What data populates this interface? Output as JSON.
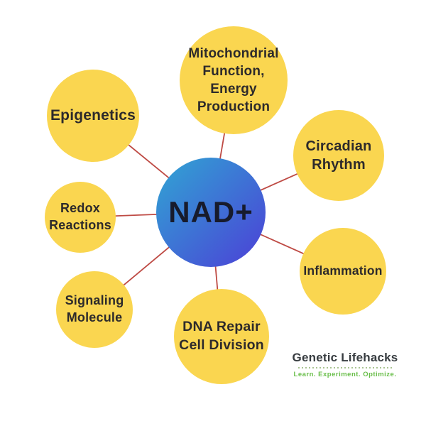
{
  "diagram": {
    "center": {
      "label": "NAD+",
      "gradient_start": "#30A6D4",
      "gradient_end": "#4C3FD6",
      "text_color": "#171B2C"
    },
    "nodes": [
      {
        "id": "mitochondrial",
        "label": "Mitochondrial\nFunction,\nEnergy\nProduction"
      },
      {
        "id": "epigenetics",
        "label": "Epigenetics"
      },
      {
        "id": "circadian",
        "label": "Circadian\nRhythm"
      },
      {
        "id": "redox",
        "label": "Redox\nReactions"
      },
      {
        "id": "inflammation",
        "label": "Inflammation"
      },
      {
        "id": "signaling",
        "label": "Signaling\nMolecule"
      },
      {
        "id": "dna",
        "label": "DNA Repair\nCell Division"
      }
    ],
    "node_fill_color": "#FAD650",
    "node_text_color": "#2D2A2B",
    "connector_color": "#BE4A44"
  },
  "logo": {
    "name": "Genetic Lifehacks",
    "tagline": "Learn. Experiment. Optimize.",
    "name_color": "#373C40",
    "accent_color": "#69BE4A",
    "divider_color": "#A9C492"
  }
}
